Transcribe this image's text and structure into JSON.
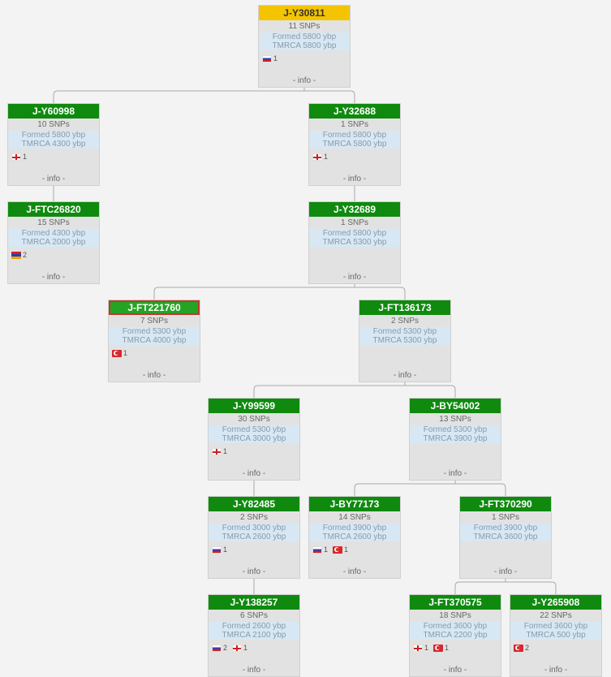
{
  "info_label": "- info -",
  "snps_suffix": "SNPs",
  "nodes": [
    {
      "id": "J-Y30811",
      "parent": null,
      "snps": "11",
      "formed": "Formed 5800 ybp",
      "tmrca": "TMRCA 5800 ybp",
      "flags": [
        {
          "icon": "russia-flag-icon",
          "code": "ru",
          "count": "1"
        }
      ],
      "style": "root"
    },
    {
      "id": "J-Y60998",
      "parent": "J-Y30811",
      "snps": "10",
      "formed": "Formed 5800 ybp",
      "tmrca": "TMRCA 4300 ybp",
      "flags": [
        {
          "icon": "georgia-flag-icon",
          "code": "ge",
          "count": "1"
        }
      ]
    },
    {
      "id": "J-Y32688",
      "parent": "J-Y30811",
      "snps": "1",
      "formed": "Formed 5800 ybp",
      "tmrca": "TMRCA 5800 ybp",
      "flags": [
        {
          "icon": "georgia-flag-icon",
          "code": "ge",
          "count": "1"
        }
      ]
    },
    {
      "id": "J-FTC26820",
      "parent": "J-Y60998",
      "snps": "15",
      "formed": "Formed 4300 ybp",
      "tmrca": "TMRCA 2000 ybp",
      "flags": [
        {
          "icon": "armenia-flag-icon",
          "code": "am",
          "count": "2"
        }
      ]
    },
    {
      "id": "J-Y32689",
      "parent": "J-Y32688",
      "snps": "1",
      "formed": "Formed 5800 ybp",
      "tmrca": "TMRCA 5300 ybp",
      "flags": []
    },
    {
      "id": "J-FT221760",
      "parent": "J-Y32689",
      "snps": "7",
      "formed": "Formed 5300 ybp",
      "tmrca": "TMRCA 4000 ybp",
      "flags": [
        {
          "icon": "turkey-flag-icon",
          "code": "tr",
          "count": "1"
        }
      ],
      "style": "sel"
    },
    {
      "id": "J-FT136173",
      "parent": "J-Y32689",
      "snps": "2",
      "formed": "Formed 5300 ybp",
      "tmrca": "TMRCA 5300 ybp",
      "flags": []
    },
    {
      "id": "J-Y99599",
      "parent": "J-FT136173",
      "snps": "30",
      "formed": "Formed 5300 ybp",
      "tmrca": "TMRCA 3000 ybp",
      "flags": [
        {
          "icon": "georgia-flag-icon",
          "code": "ge",
          "count": "1"
        }
      ]
    },
    {
      "id": "J-BY54002",
      "parent": "J-FT136173",
      "snps": "13",
      "formed": "Formed 5300 ybp",
      "tmrca": "TMRCA 3900 ybp",
      "flags": []
    },
    {
      "id": "J-Y82485",
      "parent": "J-Y99599",
      "snps": "2",
      "formed": "Formed 3000 ybp",
      "tmrca": "TMRCA 2600 ybp",
      "flags": [
        {
          "icon": "russia-flag-icon",
          "code": "ru",
          "count": "1"
        }
      ]
    },
    {
      "id": "J-BY77173",
      "parent": "J-BY54002",
      "snps": "14",
      "formed": "Formed 3900 ybp",
      "tmrca": "TMRCA 2600 ybp",
      "flags": [
        {
          "icon": "russia-flag-icon",
          "code": "ru",
          "count": "1"
        },
        {
          "icon": "turkey-flag-icon",
          "code": "tr",
          "count": "1"
        }
      ]
    },
    {
      "id": "J-FT370290",
      "parent": "J-BY54002",
      "snps": "1",
      "formed": "Formed 3900 ybp",
      "tmrca": "TMRCA 3600 ybp",
      "flags": []
    },
    {
      "id": "J-Y138257",
      "parent": "J-Y82485",
      "snps": "6",
      "formed": "Formed 2600 ybp",
      "tmrca": "TMRCA 2100 ybp",
      "flags": [
        {
          "icon": "russia-flag-icon",
          "code": "ru",
          "count": "2"
        },
        {
          "icon": "georgia-flag-icon",
          "code": "ge",
          "count": "1"
        }
      ]
    },
    {
      "id": "J-FT370575",
      "parent": "J-FT370290",
      "snps": "18",
      "formed": "Formed 3600 ybp",
      "tmrca": "TMRCA 2200 ybp",
      "flags": [
        {
          "icon": "georgia-flag-icon",
          "code": "ge",
          "count": "1"
        },
        {
          "icon": "turkey-flag-icon",
          "code": "tr",
          "count": "1"
        }
      ]
    },
    {
      "id": "J-Y265908",
      "parent": "J-FT370290",
      "snps": "22",
      "formed": "Formed 3600 ybp",
      "tmrca": "TMRCA 500 ybp",
      "flags": [
        {
          "icon": "turkey-flag-icon",
          "code": "tr",
          "count": "2"
        }
      ]
    }
  ]
}
